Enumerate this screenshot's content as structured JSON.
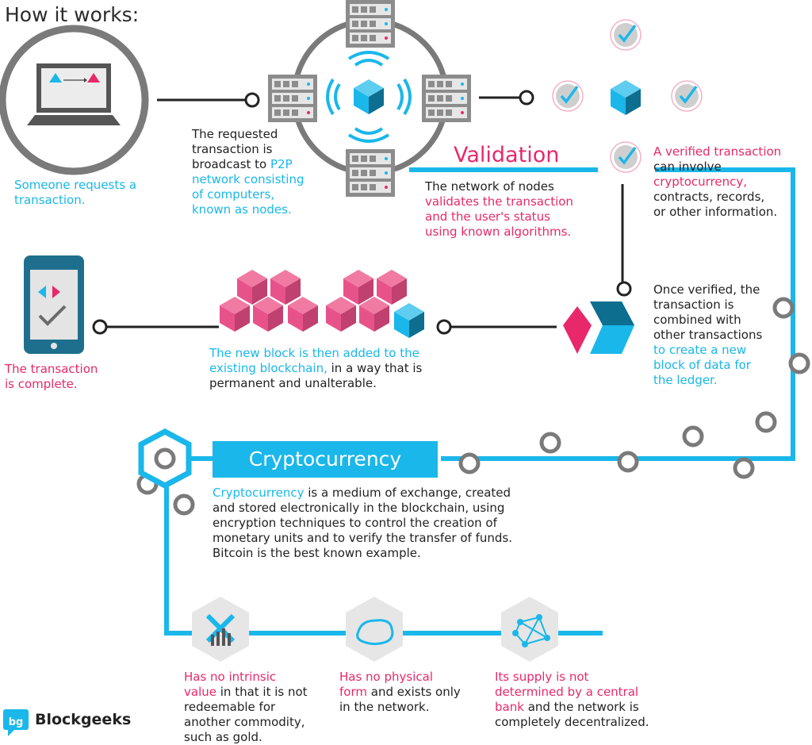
{
  "title": "How it works:",
  "steps": {
    "request": "Someone requests a transaction.",
    "broadcast": {
      "line1": "The requested",
      "line2": "transaction is",
      "line3a": "broadcast to ",
      "line3b": "P2P",
      "line4": "network consisting",
      "line5": "of computers,",
      "line6": "known as nodes."
    },
    "validation": {
      "title": "Validation",
      "line1": "The network of nodes",
      "line2": "validates the transaction",
      "line3": "and the user's status",
      "line4": "using known algorithms."
    },
    "verified": {
      "line1": "A verified transaction",
      "line2": "can involve",
      "line3": "cryptocurrency,",
      "line4": "contracts, records,",
      "line5": "or other information."
    },
    "combined": {
      "line1": "Once verified, the",
      "line2": "transaction is",
      "line3": "combined with",
      "line4": "other transactions",
      "line5": "to create a new",
      "line6": "block of data for",
      "line7": "the ledger."
    },
    "added": {
      "line1": "The new block is then added to the",
      "line2a": "existing blockchain,",
      "line2b": " in a way that is",
      "line3": "permanent and unalterable."
    },
    "complete": {
      "line1": "The transaction",
      "line2": "is complete."
    }
  },
  "crypto": {
    "banner": "Cryptocurrency",
    "desc_lead": "Cryptocurrency",
    "desc_line1": " is a medium of exchange, created",
    "desc_line2": "and stored electronically in the blockchain, using",
    "desc_line3": "encryption techniques to control the creation of",
    "desc_line4": "monetary units and to verify the transfer of funds.",
    "desc_line5": "Bitcoin is the best known example."
  },
  "properties": {
    "intrinsic": {
      "line1": "Has no intrinsic",
      "line2a": "value",
      "line2b": " in that it is not",
      "line3": "redeemable for",
      "line4": "another commodity,",
      "line5": "such as gold."
    },
    "physical": {
      "line1": "Has no physical",
      "line2a": "form",
      "line2b": " and exists only",
      "line3": "in the network."
    },
    "supply": {
      "line1": "Its supply is not",
      "line2": "determined by a central",
      "line3a": "bank",
      "line3b": " and the network is",
      "line4": "completely decentralized."
    }
  },
  "brand": {
    "name": "Blockgeeks"
  },
  "colors": {
    "blue": "#1ab7ea",
    "pink": "#e8286b",
    "dark_teal": "#0d6e8f",
    "gray": "#6b6b6b",
    "light_gray": "#c8c8c8"
  }
}
